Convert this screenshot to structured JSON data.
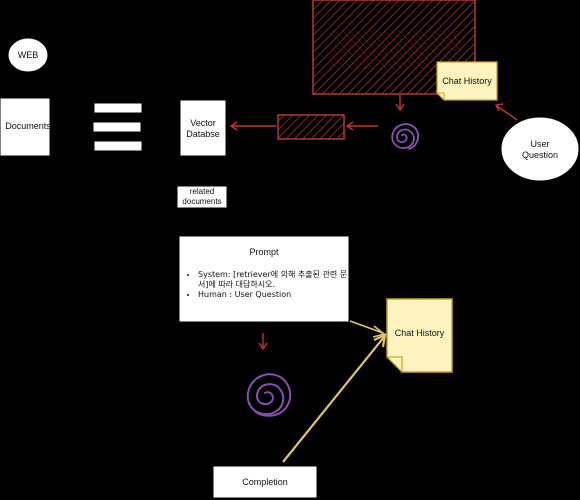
{
  "nodes": {
    "web": "WEB",
    "documents": "Documents",
    "vector_database": "Vector\nDatabse",
    "related_documents": "related\ndocuments",
    "chat_history_top": "Chat History",
    "user_question": "User\nQuestion",
    "prompt_title": "Prompt",
    "prompt_items": [
      "System: [retriever에 의해 추출된 관련 문서]에 따라 대답하시오.",
      "Human : User Question"
    ],
    "chat_history_bottom": "Chat History",
    "completion": "Completion"
  },
  "colors": {
    "background": "#000000",
    "hatch_red": "#b13a33",
    "spiral_purple": "#8a4fb0",
    "arrow_red": "#c0392b",
    "arrow_gold": "#e0c46c",
    "note_fill": "#fff4c0",
    "note_border": "#c9a227"
  },
  "icons": {
    "llm_top": "spiral-icon",
    "llm_bottom": "spiral-icon"
  }
}
